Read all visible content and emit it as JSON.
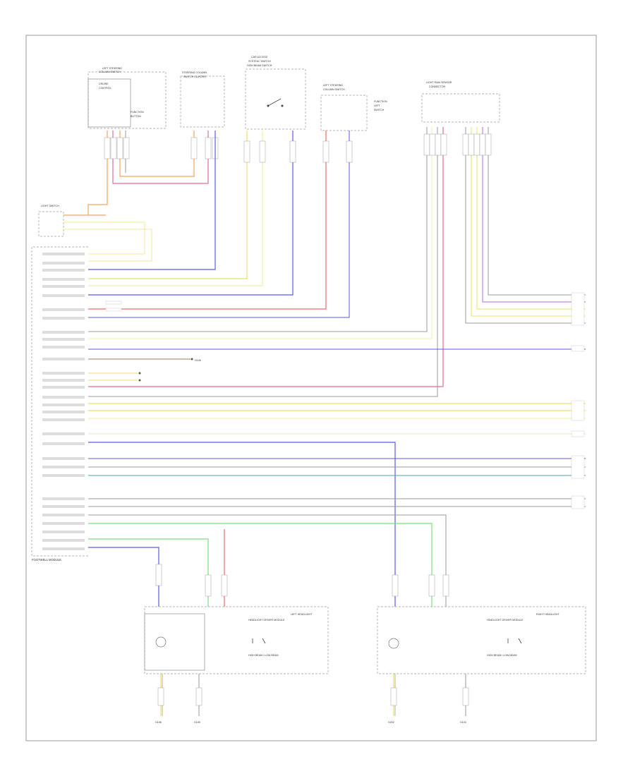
{
  "diagram": {
    "footer_code": "",
    "components": {
      "left_headlamp_label": "LEFT HEADLIGHT",
      "right_headlamp_label": "RIGHT HEADLIGHT",
      "headlamp_inner_label": "HEADLIGHT DRIVER MODULE",
      "headlamp_sub_label": "HIGH BEAM / LOW BEAM",
      "footwell_label": "FOOTWELL MODULE",
      "light_switch_label": "LIGHT SWITCH",
      "top_modules": [
        {
          "label": "LEFT STEERING COLUMN SWITCH"
        },
        {
          "label": "STEERING COLUMN SWITCH CLUSTER"
        },
        {
          "label": "CAR ACCESS SYSTEM / HIGH BEAM SWITCH"
        },
        {
          "label": "LEFT STEERING COLUMN SWITCH"
        },
        {
          "label": "LIGHT RAIN SENSOR"
        }
      ]
    },
    "grounds": [
      "G106",
      "G105",
      "G202",
      "G103"
    ],
    "connector_note": "",
    "wire_colors": {
      "orange": "#f5a35a",
      "pink": "#e06aa8",
      "blue": "#5a5ae6",
      "yellow": "#e8e06a",
      "light_yellow": "#f3eea8",
      "red": "#f06a6a",
      "gray": "#9a9a9a",
      "green": "#7ae07a",
      "violet": "#b46ae6",
      "teal": "#4aa8a8",
      "brown": "#a8784a",
      "lilac": "#c8a0e0",
      "light_blue": "#8aaee8"
    }
  }
}
